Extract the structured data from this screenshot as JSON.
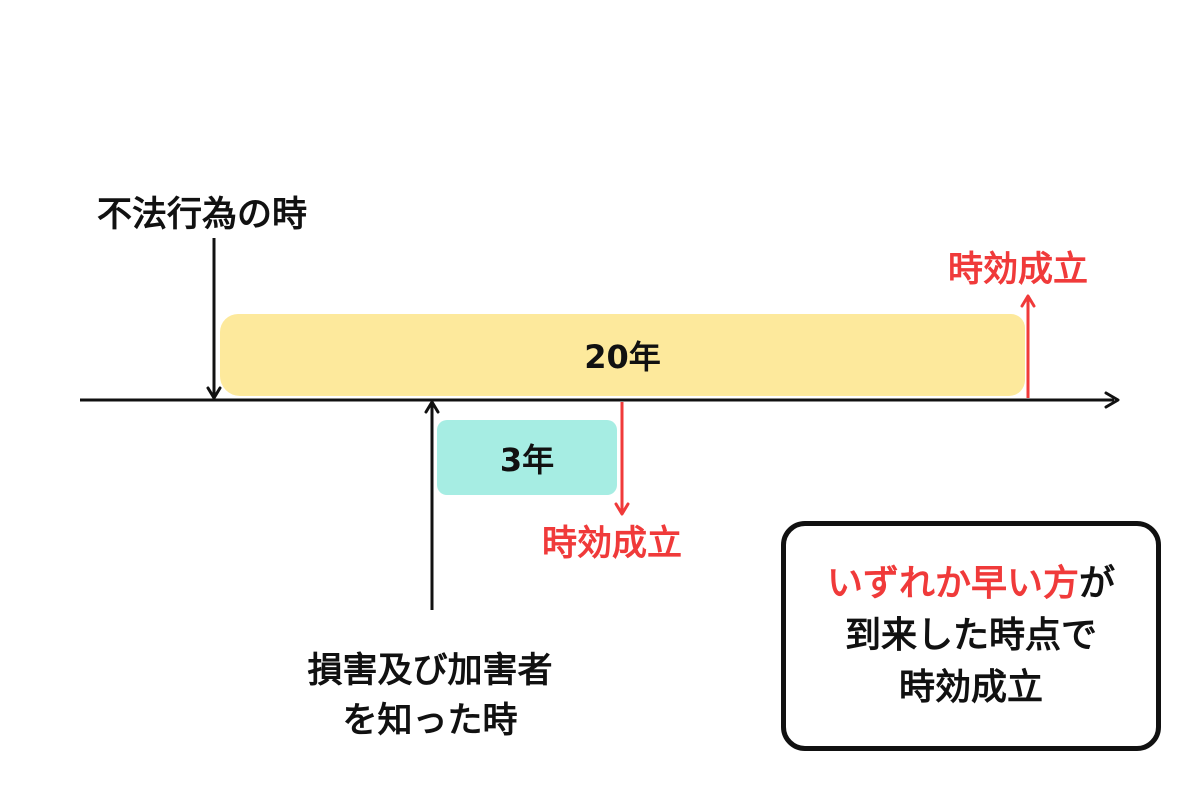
{
  "timeline": {
    "start_label": "不法行為の時",
    "knowledge_label_line1": "損害及び加害者",
    "knowledge_label_line2": "を知った時"
  },
  "periods": [
    {
      "label": "20年",
      "color": "#fde99c",
      "expiry_label": "時効成立"
    },
    {
      "label": "3年",
      "color": "#a6ede3",
      "expiry_label": "時効成立"
    }
  ],
  "note": {
    "highlight": "いずれか早い方",
    "line1_rest": "が",
    "line2": "到来した時点で",
    "line3": "時効成立"
  },
  "colors": {
    "accent_red": "#f03a3a",
    "line_black": "#111111"
  }
}
